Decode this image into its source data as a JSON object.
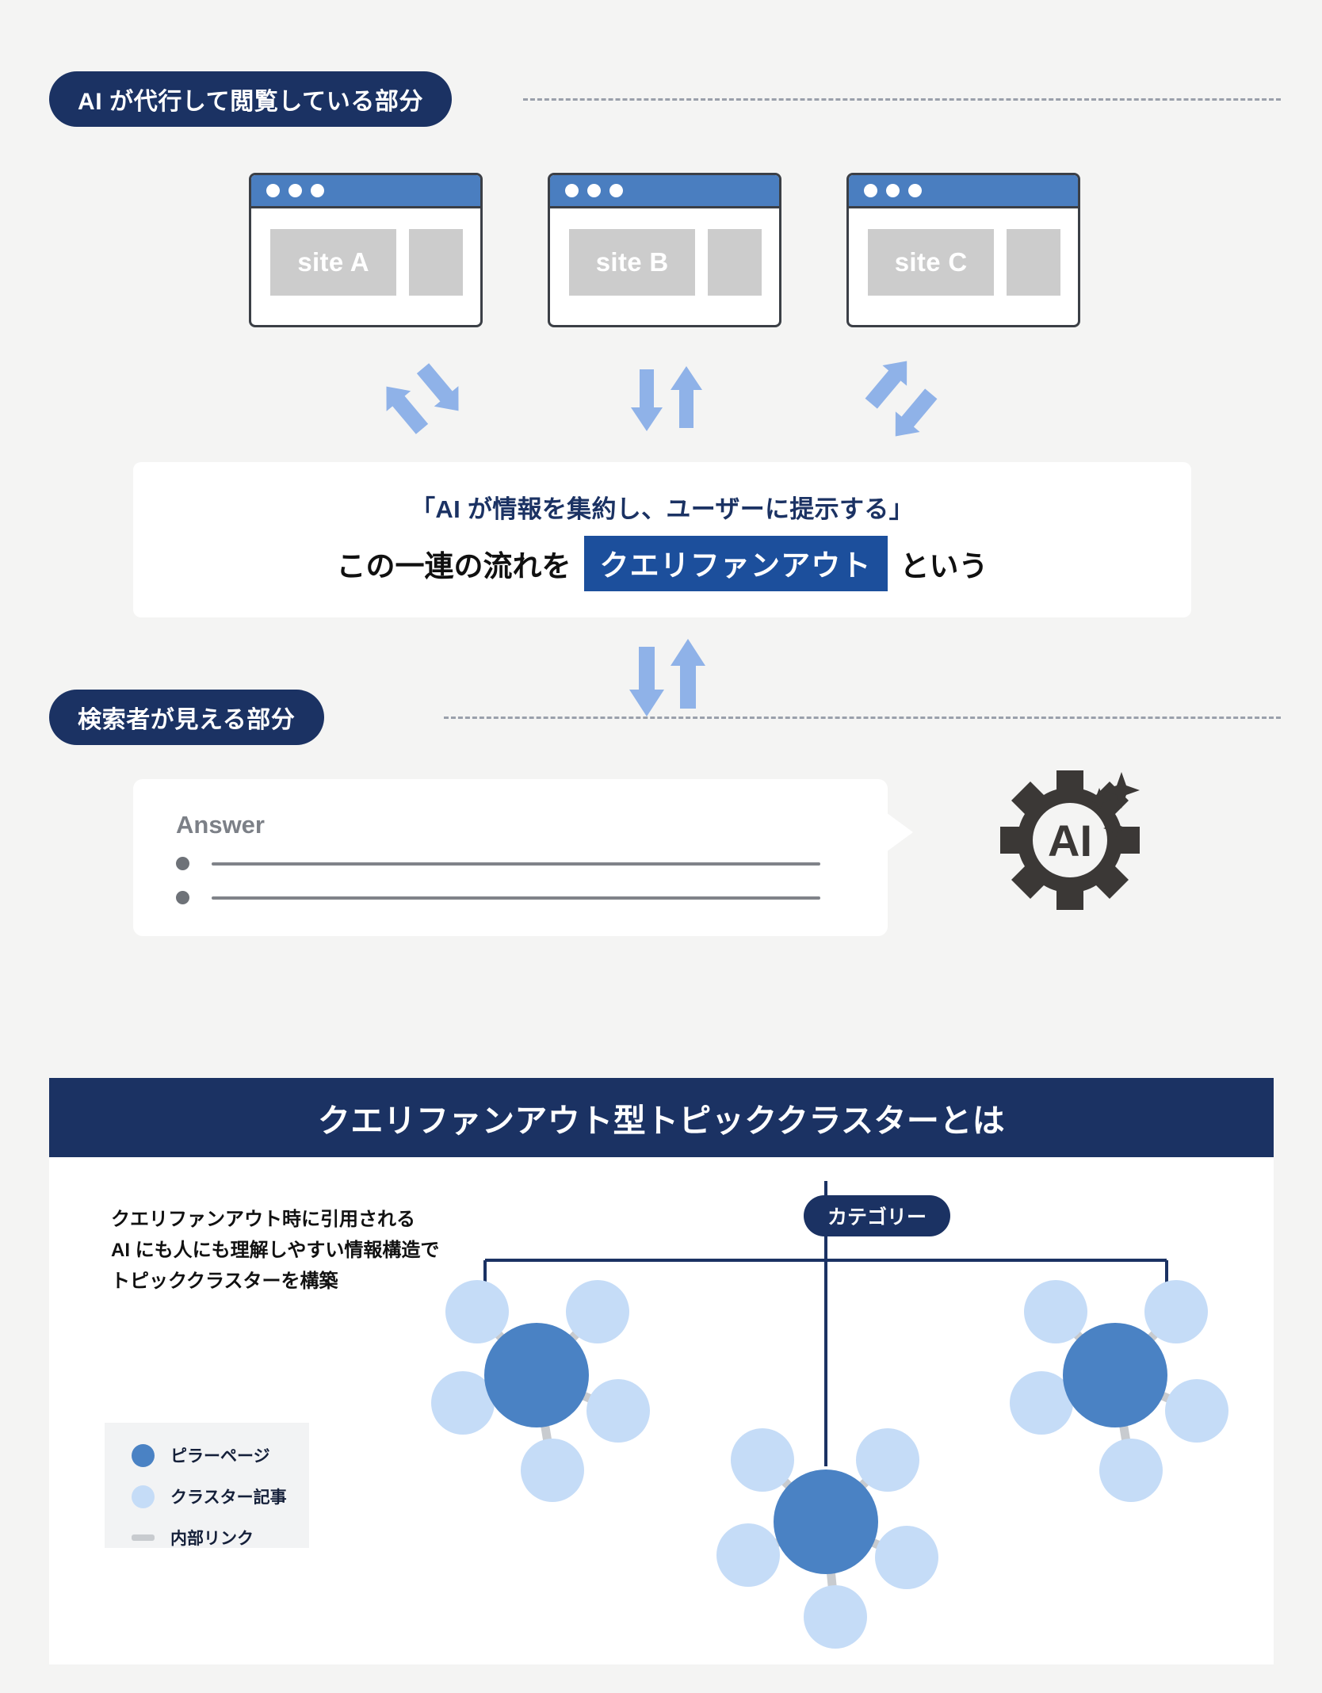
{
  "colors": {
    "background": "#f4f4f3",
    "navy": "#1b3263",
    "accent_blue": "#1c4f9c",
    "browser_bar": "#4a7ec0",
    "arrow_blue": "#8fb2e8",
    "pillar_node": "#4a82c4",
    "cluster_node": "#c5dcf7",
    "link_gray": "#c8cbcf",
    "card_white": "#ffffff"
  },
  "top_section": {
    "ai_badge": "AI が代行して閲覧している部分",
    "user_badge": "検索者が見える部分",
    "browsers": [
      {
        "label": "site A",
        "dots": 3
      },
      {
        "label": "site B",
        "dots": 3
      },
      {
        "label": "site C",
        "dots": 3
      }
    ],
    "statement": {
      "line1": "「AI が情報を集約し、ユーザーに提示する」",
      "line2_prefix": "この一連の流れを",
      "line2_highlight": "クエリファンアウト",
      "line2_suffix": "という"
    },
    "answer_card": {
      "title": "Answer",
      "bullets": [
        "",
        ""
      ]
    },
    "ai_icon_label": "AI"
  },
  "bottom_section": {
    "header": "クエリファンアウト型トピッククラスターとは",
    "description_lines": [
      "クエリファンアウト時に引用される",
      "AI にも人にも理解しやすい情報構造で",
      "トピッククラスターを構築"
    ],
    "category_badge": "カテゴリー",
    "legend": [
      {
        "type": "circle-dark",
        "label": "ピラーページ"
      },
      {
        "type": "circle-light",
        "label": "クラスター記事"
      },
      {
        "type": "line",
        "label": "内部リンク"
      }
    ]
  },
  "chart_data": {
    "type": "diagram",
    "title": "クエリファンアウト型トピッククラスターとは",
    "root": "カテゴリー",
    "clusters": [
      {
        "pillar": "ピラーページ",
        "cluster_articles": 5,
        "position": "left"
      },
      {
        "pillar": "ピラーページ",
        "cluster_articles": 5,
        "position": "center"
      },
      {
        "pillar": "ピラーページ",
        "cluster_articles": 5,
        "position": "right"
      }
    ],
    "legend": [
      "ピラーページ",
      "クラスター記事",
      "内部リンク"
    ]
  }
}
